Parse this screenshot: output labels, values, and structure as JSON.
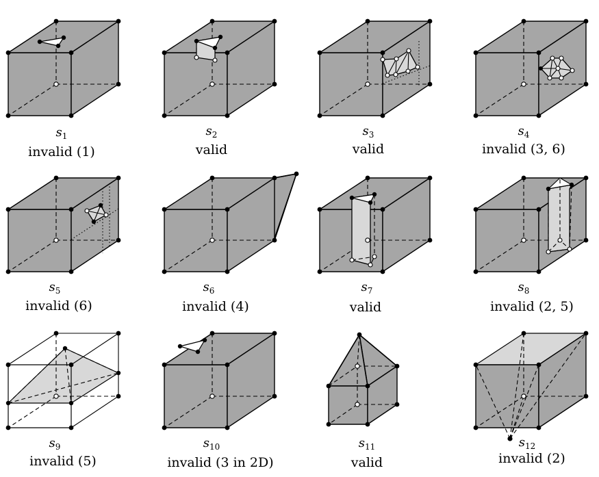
{
  "panels": [
    {
      "symbol": "s",
      "index": "1",
      "verdict": "invalid (1)"
    },
    {
      "symbol": "s",
      "index": "2",
      "verdict": "valid"
    },
    {
      "symbol": "s",
      "index": "3",
      "verdict": "valid"
    },
    {
      "symbol": "s",
      "index": "4",
      "verdict": "invalid (3, 6)"
    },
    {
      "symbol": "s",
      "index": "5",
      "verdict": "invalid (6)"
    },
    {
      "symbol": "s",
      "index": "6",
      "verdict": "invalid (4)"
    },
    {
      "symbol": "s",
      "index": "7",
      "verdict": "valid"
    },
    {
      "symbol": "s",
      "index": "8",
      "verdict": "invalid (2, 5)"
    },
    {
      "symbol": "s",
      "index": "9",
      "verdict": "invalid (5)"
    },
    {
      "symbol": "s",
      "index": "10",
      "verdict": "invalid (3 in 2D)"
    },
    {
      "symbol": "s",
      "index": "11",
      "verdict": "valid"
    },
    {
      "symbol": "s",
      "index": "12",
      "verdict": "invalid (2)"
    }
  ],
  "colors": {
    "face": "#a6a6a6",
    "light_face": "#d8d8d8",
    "line": "#000000",
    "background": "#ffffff"
  }
}
